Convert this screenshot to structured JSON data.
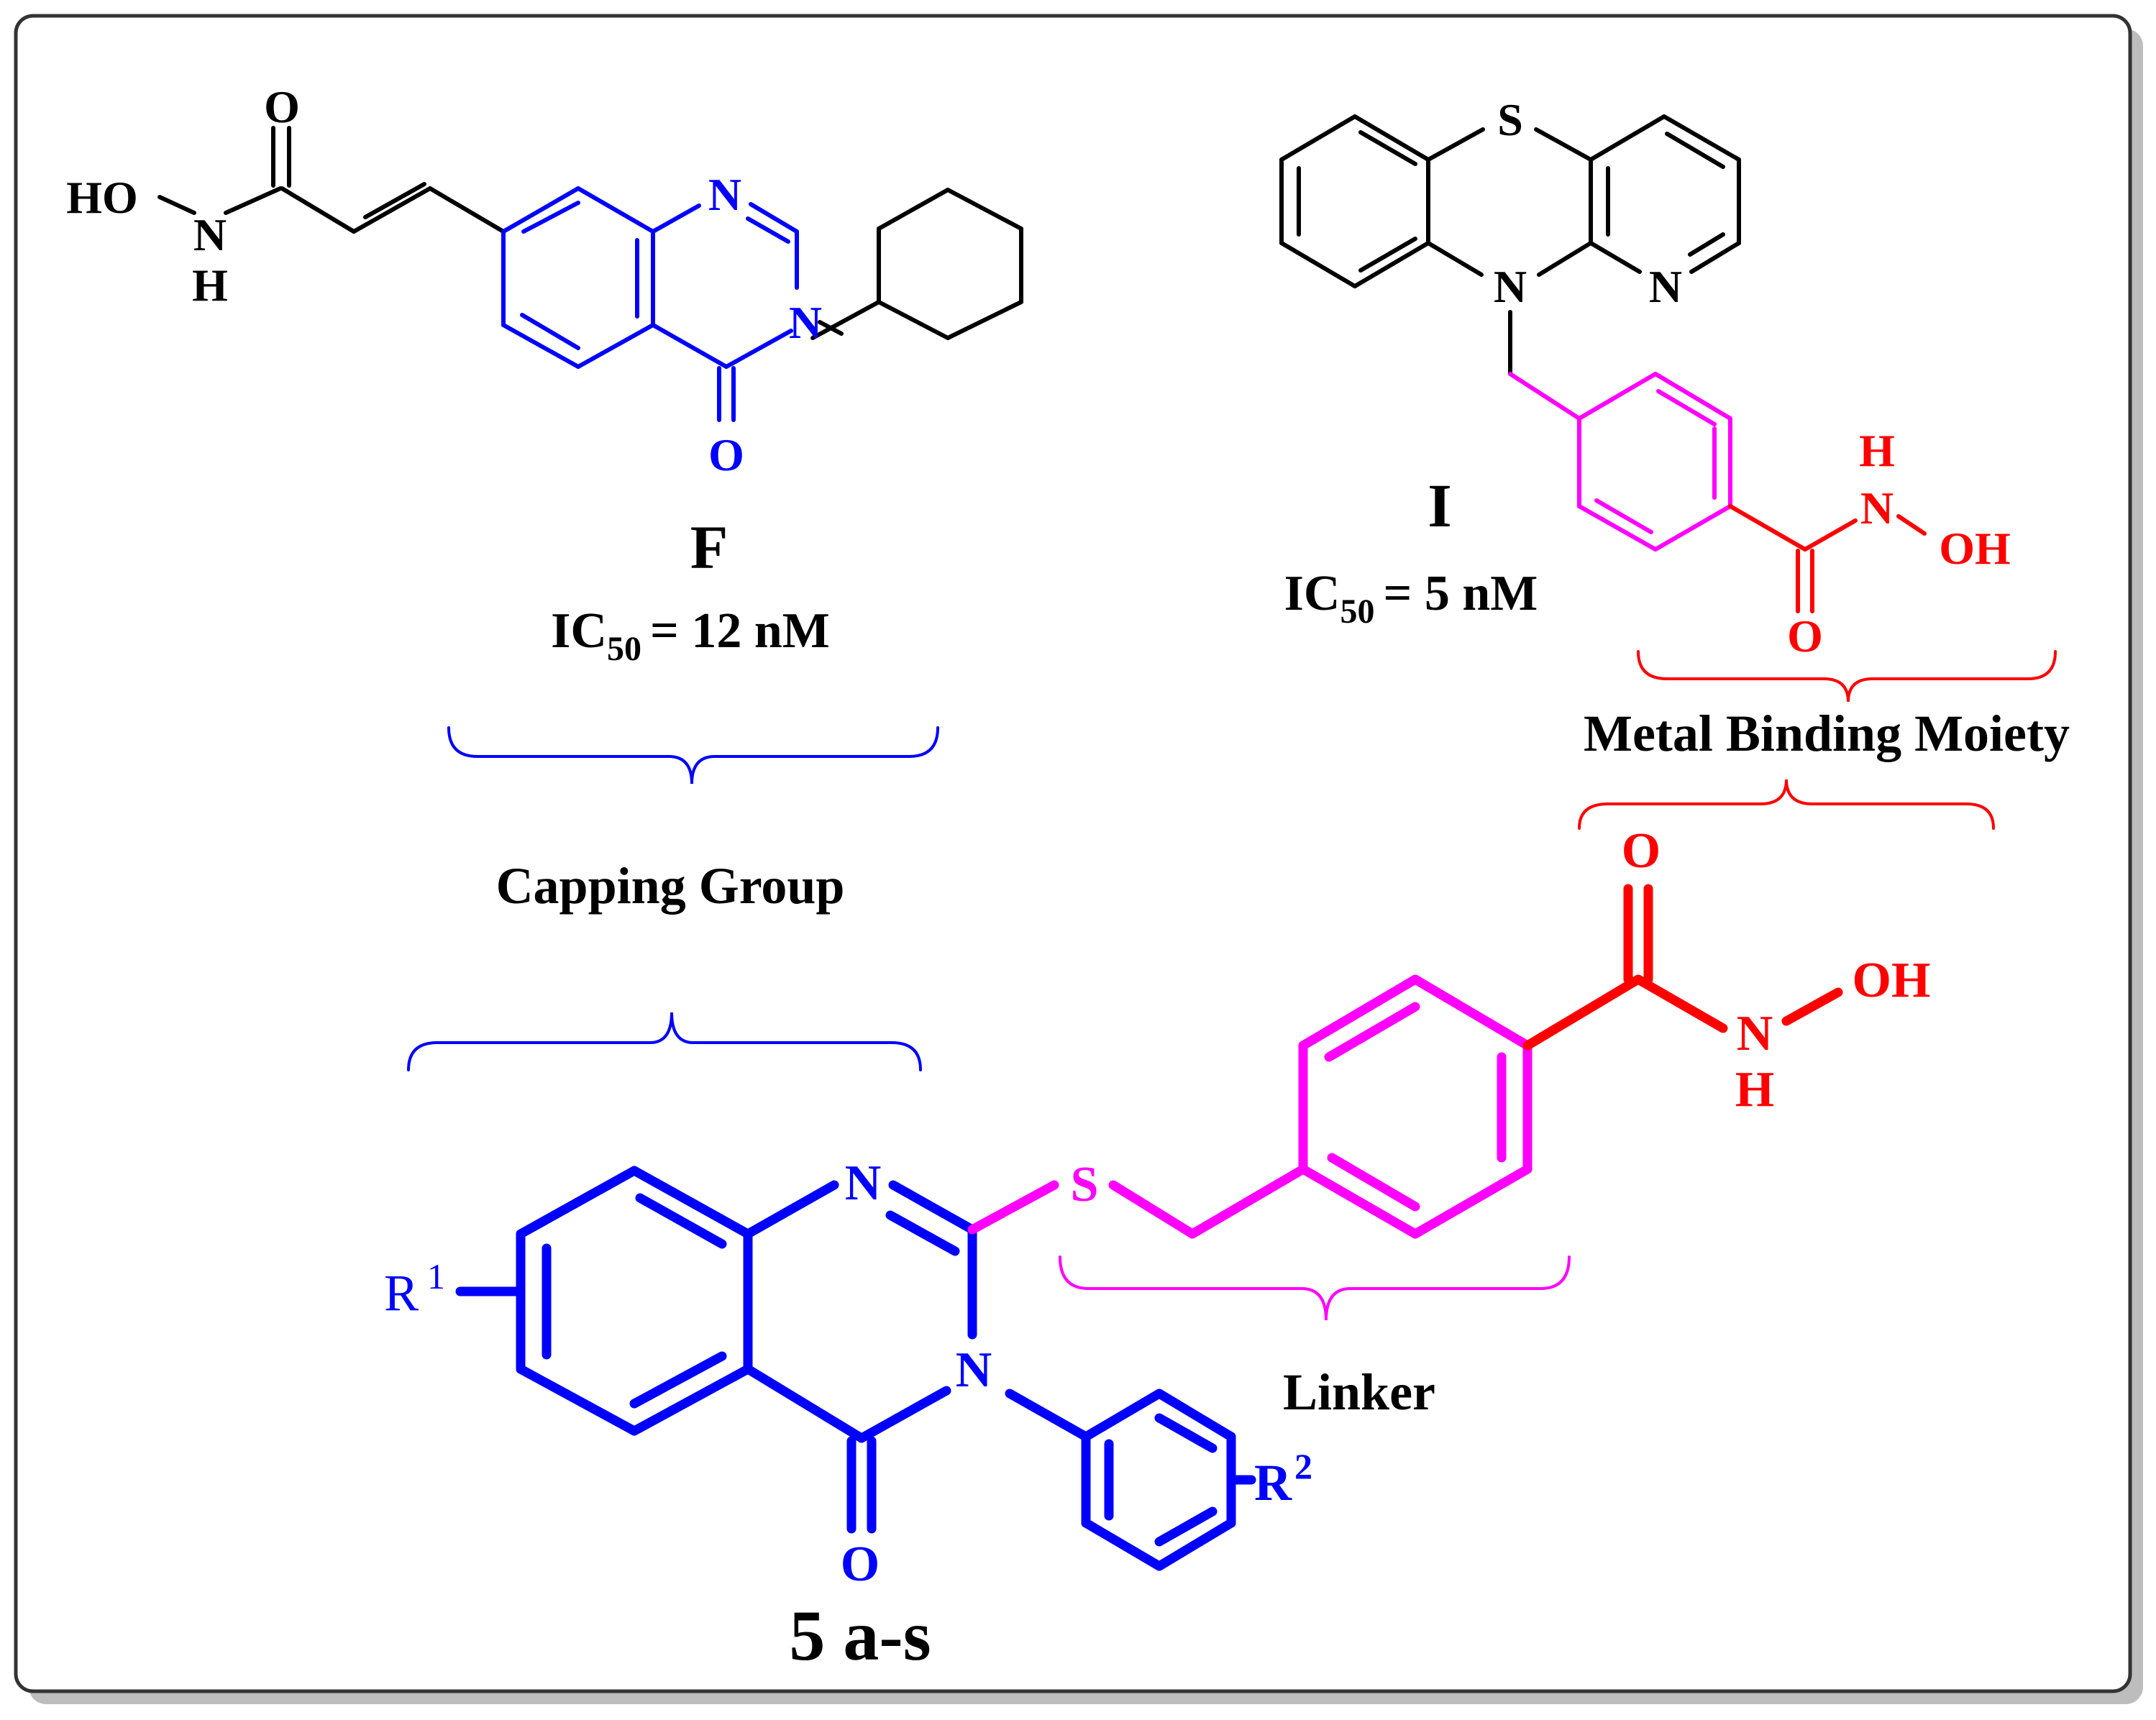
{
  "colors": {
    "black": "#000000",
    "blue": "#0000ff",
    "red": "#ff0000",
    "magenta": "#ff00ff",
    "frame": "#333333",
    "shadow": "#bdbdbd"
  },
  "compound_f": {
    "label": "F",
    "ic50_prefix": "IC",
    "ic50_sub": "50",
    "ic50_value": "= 12 nM",
    "atoms": {
      "o_carbonyl": "O",
      "ho": "HO",
      "n_amide": "N",
      "h_amide": "H",
      "n1": "N",
      "n3": "N",
      "o4": "O"
    }
  },
  "compound_i": {
    "label": "I",
    "ic50_prefix": "IC",
    "ic50_sub": "50",
    "ic50_value": "= 5 nM",
    "atoms": {
      "s": "S",
      "n10": "N",
      "n_pyridine": "N",
      "h_amide": "H",
      "n_amide": "N",
      "oh": "OH",
      "o_carbonyl": "O"
    }
  },
  "compound_5": {
    "label": "5 a-s",
    "atoms": {
      "n1": "N",
      "n3": "N",
      "s": "S",
      "o4": "O",
      "o_carbonyl": "O",
      "oh": "OH",
      "n_amide": "N",
      "h_amide": "H"
    },
    "r1_letter": "R",
    "r1_sup": "1",
    "r2_letter": "R",
    "r2_sup": "2"
  },
  "annotations": {
    "capping_group": "Capping Group",
    "metal_binding": "Metal Binding Moiety",
    "linker": "Linker"
  }
}
